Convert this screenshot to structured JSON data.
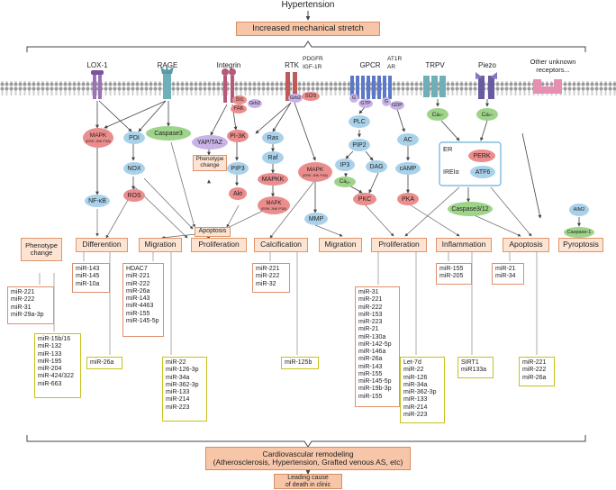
{
  "top": {
    "hypertension": "Hypertension",
    "stretch": "Increased mechanical stretch"
  },
  "receptors": {
    "lox1": "LOX-1",
    "rage": "RAGE",
    "integrin": "Integrin",
    "rtk": "RTK",
    "rtk_ligands": [
      "PDGFR",
      "IGF-1R"
    ],
    "gpcr": "GPCR",
    "gpcr_ligands": [
      "AT1R",
      "AR"
    ],
    "trpv": "TRPV",
    "piezo": "Piezo",
    "other": "Other unknown receptors..."
  },
  "nodes": {
    "mapk1": "MAPK",
    "mapk1_sub": "(ERK JNK P38)",
    "pdi": "PDI",
    "nox": "NOX",
    "ros": "ROS",
    "nfkb": "NF-κB",
    "caspase3": "Caspase3",
    "src": "Src",
    "fak": "FAK",
    "grb2a": "Grb2",
    "grb2b": "Grb2",
    "sos": "SOS",
    "yap": "YAP/TAZ",
    "phenotype_change_mid": "Phenotype change",
    "pi3k": "PI-3K",
    "pip3": "PIP3",
    "akt": "Akt",
    "ras": "Ras",
    "raf": "Raf",
    "mapkk": "MAPKK",
    "mapk2": "MAPK",
    "mapk2_sub": "(ERK JNK P38)",
    "mapk3": "MAPK",
    "mapk3_sub": "(ERK JNK P38)",
    "mmp": "MMP",
    "apoptosis_mid": "Apoptosis",
    "g": "G",
    "gtp": "GTP",
    "gdp": "GDP",
    "g2": "G",
    "plc": "PLC",
    "pip2": "PIP2",
    "ip3": "IP3",
    "dag": "DAG",
    "ca1": "Ca",
    "ca_sup": "2+",
    "pkc": "PKC",
    "ac": "AC",
    "camp": "cAMP",
    "pka": "PKA",
    "ca2": "Ca",
    "ca3": "Ca",
    "er": "ER",
    "perk": "PERK",
    "ire": "IREIα",
    "atf6": "ATF6",
    "caspase312": "Caspase3/12",
    "aim2": "AIM2",
    "caspase1": "Caspase-1"
  },
  "outcomes": {
    "phenotype": "Phenotype change",
    "differention": "Differention",
    "migration1": "Migration",
    "proliferation1": "Proliferation",
    "calcification": "Calcification",
    "migration2": "Migration",
    "proliferation2": "Proliferation",
    "inflammation": "Inflammation",
    "apoptosis": "Apoptosis",
    "pyroptosis": "Pyroptosis"
  },
  "mirs": {
    "phenotype_up": [
      "miR-221",
      "miR-222",
      "miR-31",
      "miR-29a-3p"
    ],
    "phenotype_down": [
      "miR-15b/16",
      "miR-132",
      "miR-133",
      "miR-195",
      "miR-204",
      "miR-424/322",
      "miR-663"
    ],
    "diff_up": [
      "miR-143",
      "miR-145",
      "miR-10a"
    ],
    "diff_down": [
      "miR-26a"
    ],
    "migration_up": [
      "HDAC7",
      "miR-221",
      "miR-222",
      "miR-26a",
      "miR-143",
      "miR-4463",
      "miR-155",
      "miR-145-5p"
    ],
    "migration_down": [
      "miR-22",
      "miR-126-3p",
      "miR-34a",
      "miR-362-3p",
      "miR-133",
      "miR-214",
      "miR-223"
    ],
    "calc_up": [
      "miR-221",
      "miR-222",
      "miR-32"
    ],
    "calc_down": [
      "miR-125b"
    ],
    "prolif_up": [
      "miR-31",
      "miR-221",
      "miR-222",
      "miR-153",
      "miR-223",
      "miR-21",
      "miR-130a",
      "miR-142-5p",
      "miR-146a",
      "miR-26a",
      "miR-143",
      "miR-155",
      "miR-145-5p",
      "miR-19b-3p",
      "miR-155"
    ],
    "prolif_down": [
      "Let-7d",
      "miR-22",
      "miR-126",
      "miR-34a",
      "miR-362-3p",
      "miR-133",
      "miR-214",
      "miR-223"
    ],
    "inflam_up": [
      "miR-155",
      "miR-205"
    ],
    "inflam_down": [
      "SIRT1",
      "miR133a"
    ],
    "apop_up": [
      "miR-21",
      "miR-34"
    ],
    "apop_down": [
      "miR-221",
      "miR-222",
      "miR-26a"
    ]
  },
  "bottom": {
    "remodeling_line1": "Cardiovascular remodeling",
    "remodeling_line2": "(Atherosclerosis, Hypertension, Grafted venous AS, etc)",
    "leading1": "Leading cause",
    "leading2": "of death in clinic"
  },
  "colors": {
    "box_fill": "#fce3d2",
    "box_border": "#e0956a",
    "node_blue": "#a9d2ea",
    "node_red": "#ec8d8d",
    "node_green": "#9ed48a",
    "membrane": "#8e8e8e",
    "receptor_purple": "#9b72b8",
    "receptor_teal": "#6fb0b8",
    "receptor_red": "#c05a5a",
    "gpcr_blue": "#5b79c8",
    "mir_up_border": "#e08f6b",
    "mir_down_border": "#c9c21a"
  }
}
